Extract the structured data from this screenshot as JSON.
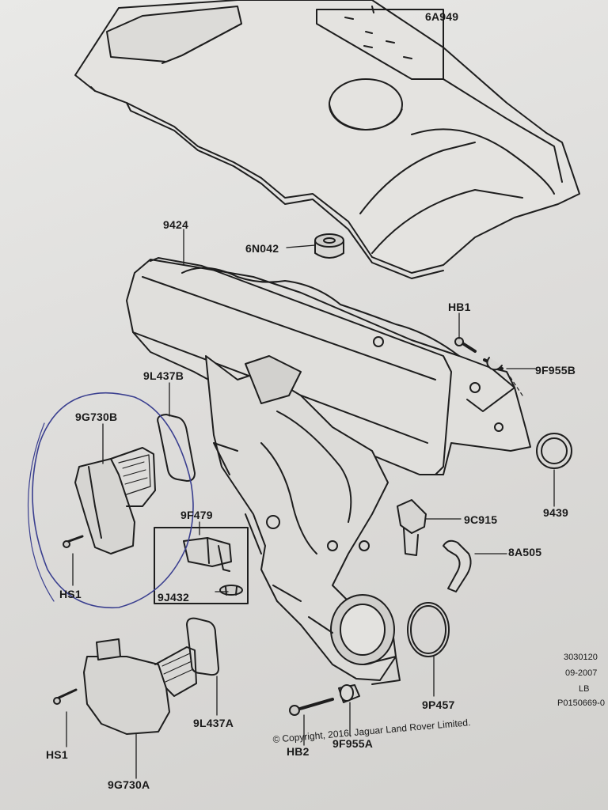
{
  "diagram": {
    "callouts": {
      "engine_cover": "6A949",
      "upper_manifold": "9424",
      "grommet": "6N042",
      "bolt_hb1": "HB1",
      "stud_9f955b": "9F955B",
      "gasket_9l437b": "9L437B",
      "module_9g730b": "9G730B",
      "screw_hs1_upper": "HS1",
      "sensor_9f479": "9F479",
      "seal_9j432": "9J432",
      "sensor_9c915": "9C915",
      "hose_8a505": "8A505",
      "gasket_9439": "9439",
      "module_9g730a": "9G730A",
      "screw_hs1_lower": "HS1",
      "gasket_9l437a": "9L437A",
      "bolt_hb2": "HB2",
      "stud_9f955a": "9F955A",
      "seal_9p457": "9P457"
    },
    "reference": {
      "number": "3030120",
      "date": "09-2007",
      "code": "LB",
      "illustration_id": "P0150669-0"
    },
    "copyright": {
      "symbol": "©",
      "text": "Copyright, 2016, Jaguar Land Rover Limited."
    }
  }
}
